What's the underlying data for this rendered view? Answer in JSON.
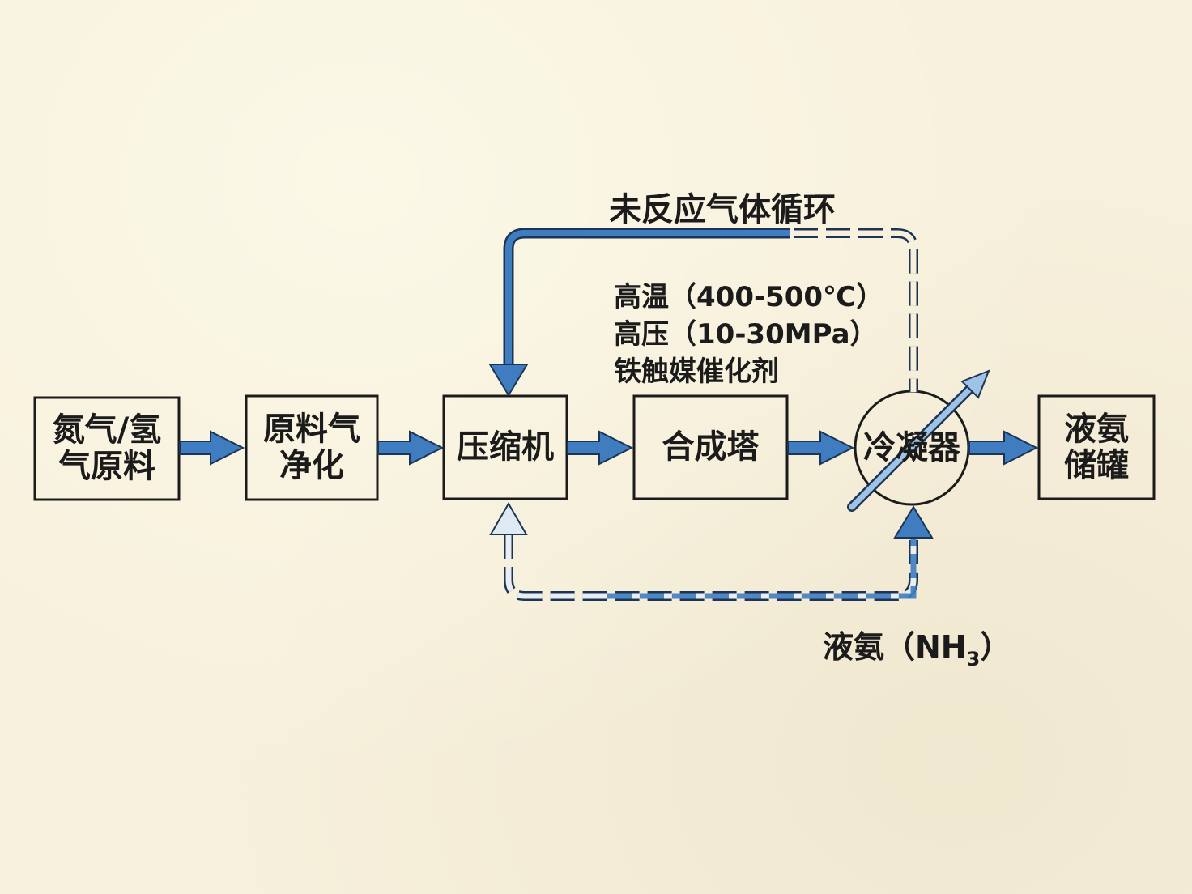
{
  "nodes": {
    "raw_material": "氮气/氢\n气原料",
    "purification": "原料气\n净化",
    "compressor": "压缩机",
    "synthesis_tower": "合成塔",
    "condenser": "冷凝器",
    "storage_tank": "液氨\n储罐"
  },
  "labels": {
    "recycle": "未反应气体循环",
    "conditions": [
      "高温（400-500℃）",
      "高压（10-30MPa）",
      "铁触媒催化剂"
    ],
    "product_prefix": "液氨（NH",
    "product_subscript": "3",
    "product_suffix": "）"
  },
  "colors": {
    "arrow_blue": "#3f7cc0",
    "arrow_blue_light": "#9ec3e6",
    "box_border": "#1b1b1b",
    "paper": "#f7f0dc"
  }
}
